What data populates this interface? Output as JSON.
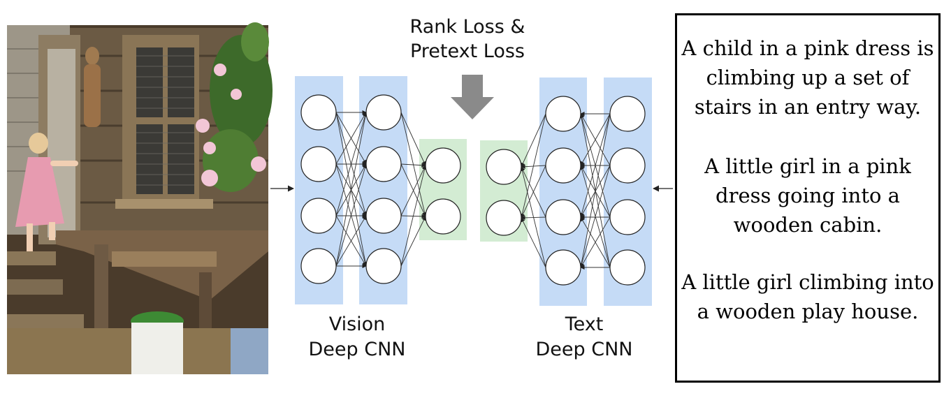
{
  "loss_label": [
    "Rank Loss &",
    "Pretext Loss"
  ],
  "vision_label": [
    "Vision",
    "Deep CNN"
  ],
  "text_label": [
    "Text",
    "Deep CNN"
  ],
  "captions": [
    "A child in a pink dress is climbing up a set of stairs in an entry way.",
    "A little girl in a pink dress going into a wooden cabin.",
    "A little girl climbing into a wooden play house."
  ],
  "colors": {
    "layer_blue": "#c5dbf6",
    "layer_green": "#d3ecd3",
    "arrow_gray": "#8a8a8a"
  }
}
